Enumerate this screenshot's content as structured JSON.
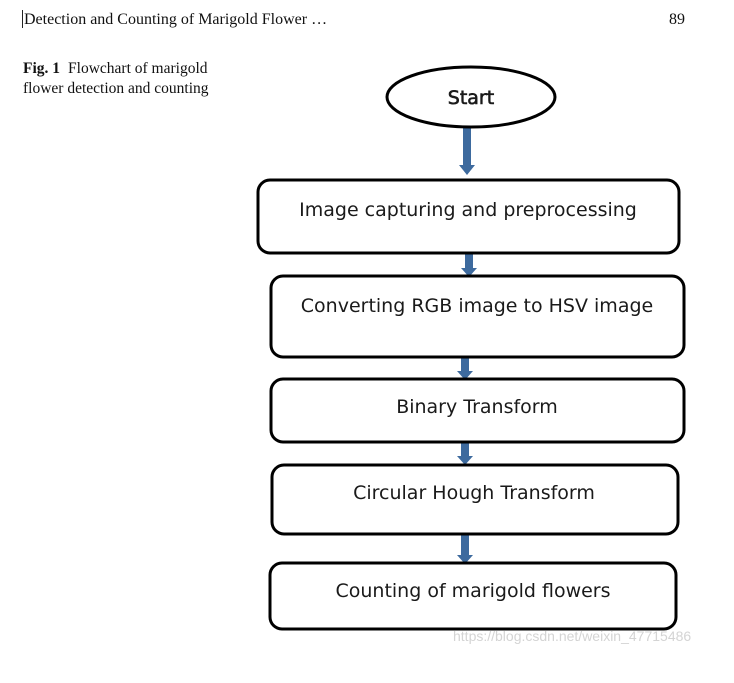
{
  "header": {
    "running_title": "Detection and Counting of Marigold Flower …",
    "page_number": "89"
  },
  "figure": {
    "label": "Fig. 1",
    "caption": "Flowchart of marigold flower detection and counting"
  },
  "flowchart": {
    "start": "Start",
    "steps": [
      "Image capturing and preprocessing",
      "Converting RGB image to HSV image",
      "Binary Transform",
      "Circular Hough Transform",
      "Counting of marigold flowers"
    ],
    "arrow_color": "#3d6a9e",
    "box_border_color": "#000000"
  },
  "watermark": "https://blog.csdn.net/weixin_47715486"
}
